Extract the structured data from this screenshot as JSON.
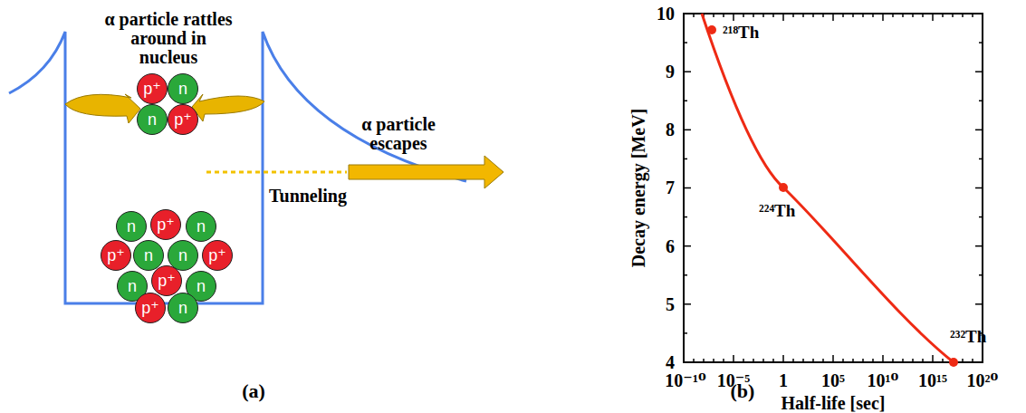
{
  "diagram": {
    "nodes": [
      {
        "text": [
          "p⁺"
        ]
      },
      {
        "text": [
          "n"
        ]
      },
      {
        "text": [
          "n"
        ]
      },
      {
        "text": [
          "p⁺"
        ]
      },
      {
        "text": [
          "n"
        ]
      },
      {
        "text": [
          "p⁺"
        ]
      },
      {
        "text": [
          "n"
        ]
      },
      {
        "text": [
          "p⁺"
        ]
      },
      {
        "text": [
          "n"
        ]
      },
      {
        "text": [
          "n"
        ]
      },
      {
        "text": [
          "p⁺"
        ]
      },
      {
        "text": [
          "n"
        ]
      },
      {
        "text": [
          "p⁺"
        ]
      },
      {
        "text": [
          "n"
        ]
      },
      {
        "text": [
          "p⁺"
        ]
      },
      {
        "text": [
          "n"
        ]
      }
    ],
    "labels": [
      "α particle rattles around in nucleus",
      "α particle escapes",
      "Tunneling",
      "(a)",
      "Decay energy [MeV]",
      "Half-life [sec]",
      "10",
      "9",
      "8",
      "7",
      "6",
      "5",
      "4",
      "10⁻¹⁰",
      "10⁻⁵",
      "1",
      "10⁵",
      "10¹⁰",
      "10¹⁵",
      "10²⁰",
      "²¹⁸Th",
      "²²⁴Th",
      "²³²Th",
      "(b)"
    ]
  }
}
